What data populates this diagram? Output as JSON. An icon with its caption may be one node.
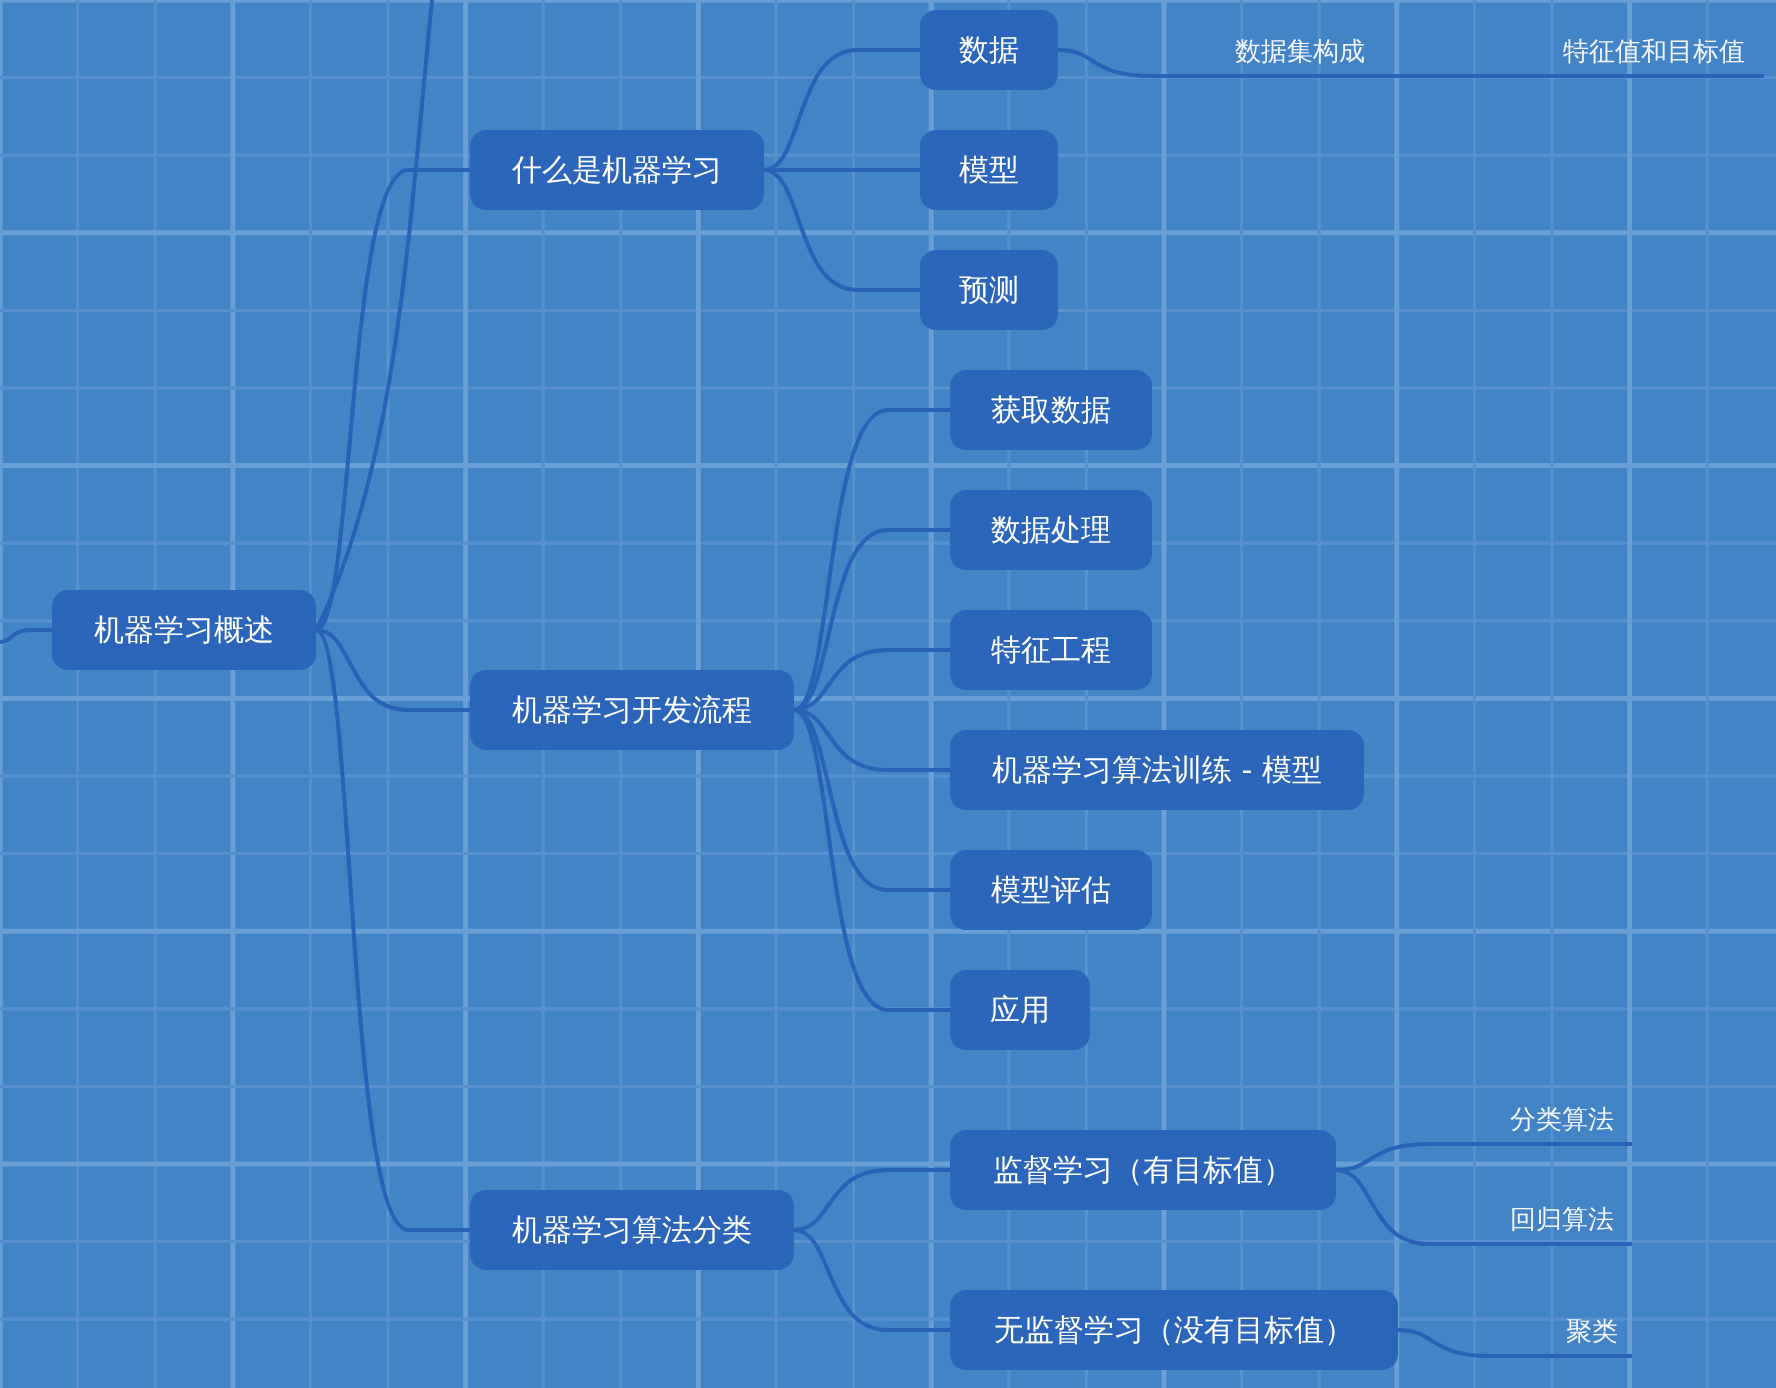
{
  "diagram": {
    "nodes": [
      {
        "text": [
          "机器学习概述"
        ]
      },
      {
        "text": [
          "什么是机器学习"
        ]
      },
      {
        "text": [
          "数据"
        ]
      },
      {
        "text": [
          "数据集构成"
        ]
      },
      {
        "text": [
          "特征值和目标值"
        ]
      },
      {
        "text": [
          "模型"
        ]
      },
      {
        "text": [
          "预测"
        ]
      },
      {
        "text": [
          "机器学习开发流程"
        ]
      },
      {
        "text": [
          "获取数据"
        ]
      },
      {
        "text": [
          "数据处理"
        ]
      },
      {
        "text": [
          "特征工程"
        ]
      },
      {
        "text": [
          "机器学习算法训练 - 模型"
        ]
      },
      {
        "text": [
          "模型评估"
        ]
      },
      {
        "text": [
          "应用"
        ]
      },
      {
        "text": [
          "机器学习算法分类"
        ]
      },
      {
        "text": [
          "监督学习（有目标值）"
        ]
      },
      {
        "text": [
          "分类算法"
        ]
      },
      {
        "text": [
          "回归算法"
        ]
      },
      {
        "text": [
          "无监督学习（没有目标值）"
        ]
      },
      {
        "text": [
          "聚类"
        ]
      }
    ],
    "edges": [
      {
        "from": null,
        "to": 0,
        "arrow": "none"
      },
      {
        "from": 0,
        "to": null,
        "arrow": "none"
      },
      {
        "from": 0,
        "to": 1,
        "arrow": "none"
      },
      {
        "from": 0,
        "to": 7,
        "arrow": "none"
      },
      {
        "from": 0,
        "to": 14,
        "arrow": "none"
      },
      {
        "from": 1,
        "to": 2,
        "arrow": "none"
      },
      {
        "from": 1,
        "to": 5,
        "arrow": "none"
      },
      {
        "from": 1,
        "to": 6,
        "arrow": "none"
      },
      {
        "from": 2,
        "to": 3,
        "arrow": "none"
      },
      {
        "from": 3,
        "to": 4,
        "arrow": "none"
      },
      {
        "from": 7,
        "to": 8,
        "arrow": "none"
      },
      {
        "from": 7,
        "to": 9,
        "arrow": "none"
      },
      {
        "from": 7,
        "to": 10,
        "arrow": "none"
      },
      {
        "from": 7,
        "to": 11,
        "arrow": "none"
      },
      {
        "from": 7,
        "to": 12,
        "arrow": "none"
      },
      {
        "from": 7,
        "to": 13,
        "arrow": "none"
      },
      {
        "from": 14,
        "to": 15,
        "arrow": "none"
      },
      {
        "from": 14,
        "to": 18,
        "arrow": "none"
      },
      {
        "from": 15,
        "to": 16,
        "arrow": "none"
      },
      {
        "from": 15,
        "to": 17,
        "arrow": "none"
      },
      {
        "from": 18,
        "to": 19,
        "arrow": "none"
      }
    ]
  }
}
